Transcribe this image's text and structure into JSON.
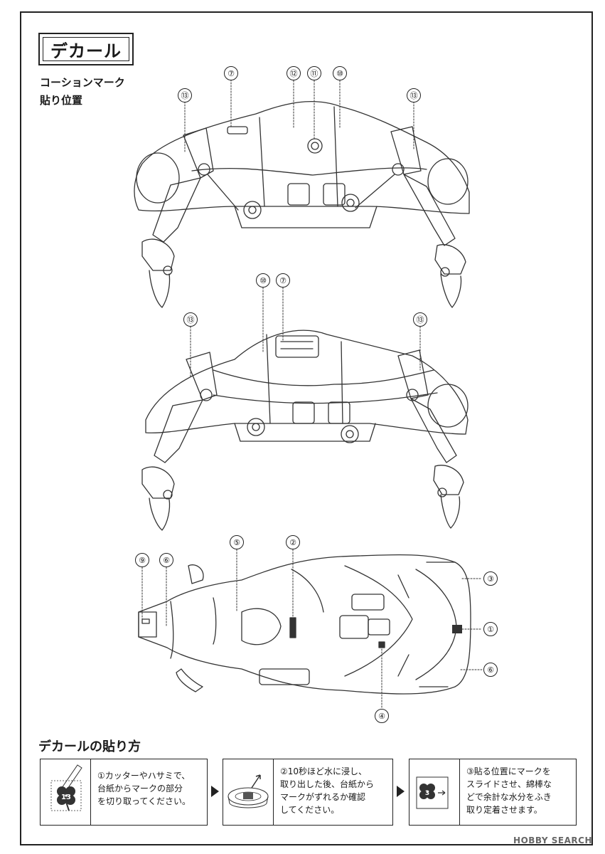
{
  "header": {
    "title": "デカール",
    "subtitle_line1": "コーションマーク",
    "subtitle_line2": "貼り位置"
  },
  "callouts": {
    "top_view": {
      "c13_left": "⑬",
      "c7": "⑦",
      "c12": "⑫",
      "c11": "⑪",
      "c10": "⑩",
      "c13_right": "⑬"
    },
    "side_view": {
      "c13_left": "⑬",
      "c10": "⑩",
      "c7": "⑦",
      "c13_right": "⑬"
    },
    "bottom_view": {
      "c9": "⑨",
      "c6_left": "⑥",
      "c5": "⑤",
      "c2": "②",
      "c3": "③",
      "c1": "①",
      "c6_right": "⑥",
      "c4": "④"
    }
  },
  "howto": {
    "title": "デカールの貼り方",
    "step1": {
      "line1": "①カッターやハサミで、",
      "line2": "台紙からマークの部分",
      "line3": "を切り取ってください。",
      "icon_number": "13"
    },
    "step2": {
      "line1": "②10秒ほど水に浸し、",
      "line2": "取り出した後、台紙から",
      "line3": "マークがずれるか確認",
      "line4": "してください。"
    },
    "step3": {
      "line1": "③貼る位置にマークを",
      "line2": "スライドさせ、綿棒な",
      "line3": "どで余計な水分をふき",
      "line4": "取り定着させます。",
      "icon_number": "3"
    }
  },
  "watermark": "HOBBY SEARCH"
}
